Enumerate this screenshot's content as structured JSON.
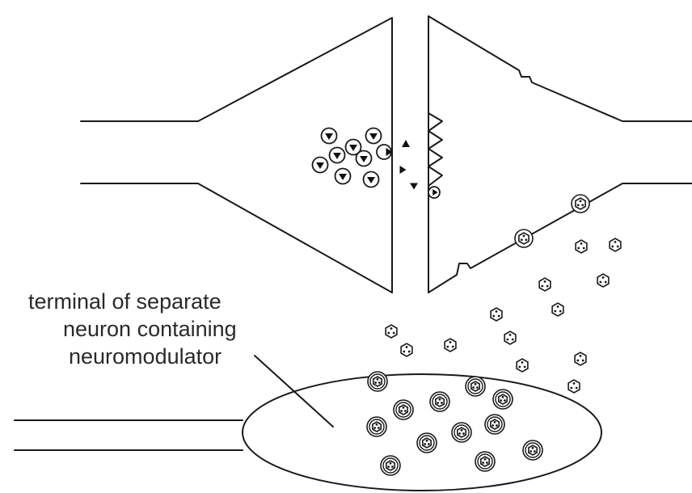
{
  "caption": {
    "line1": "terminal of separate",
    "line2": "neuron containing",
    "line3": "neuromodulator"
  }
}
